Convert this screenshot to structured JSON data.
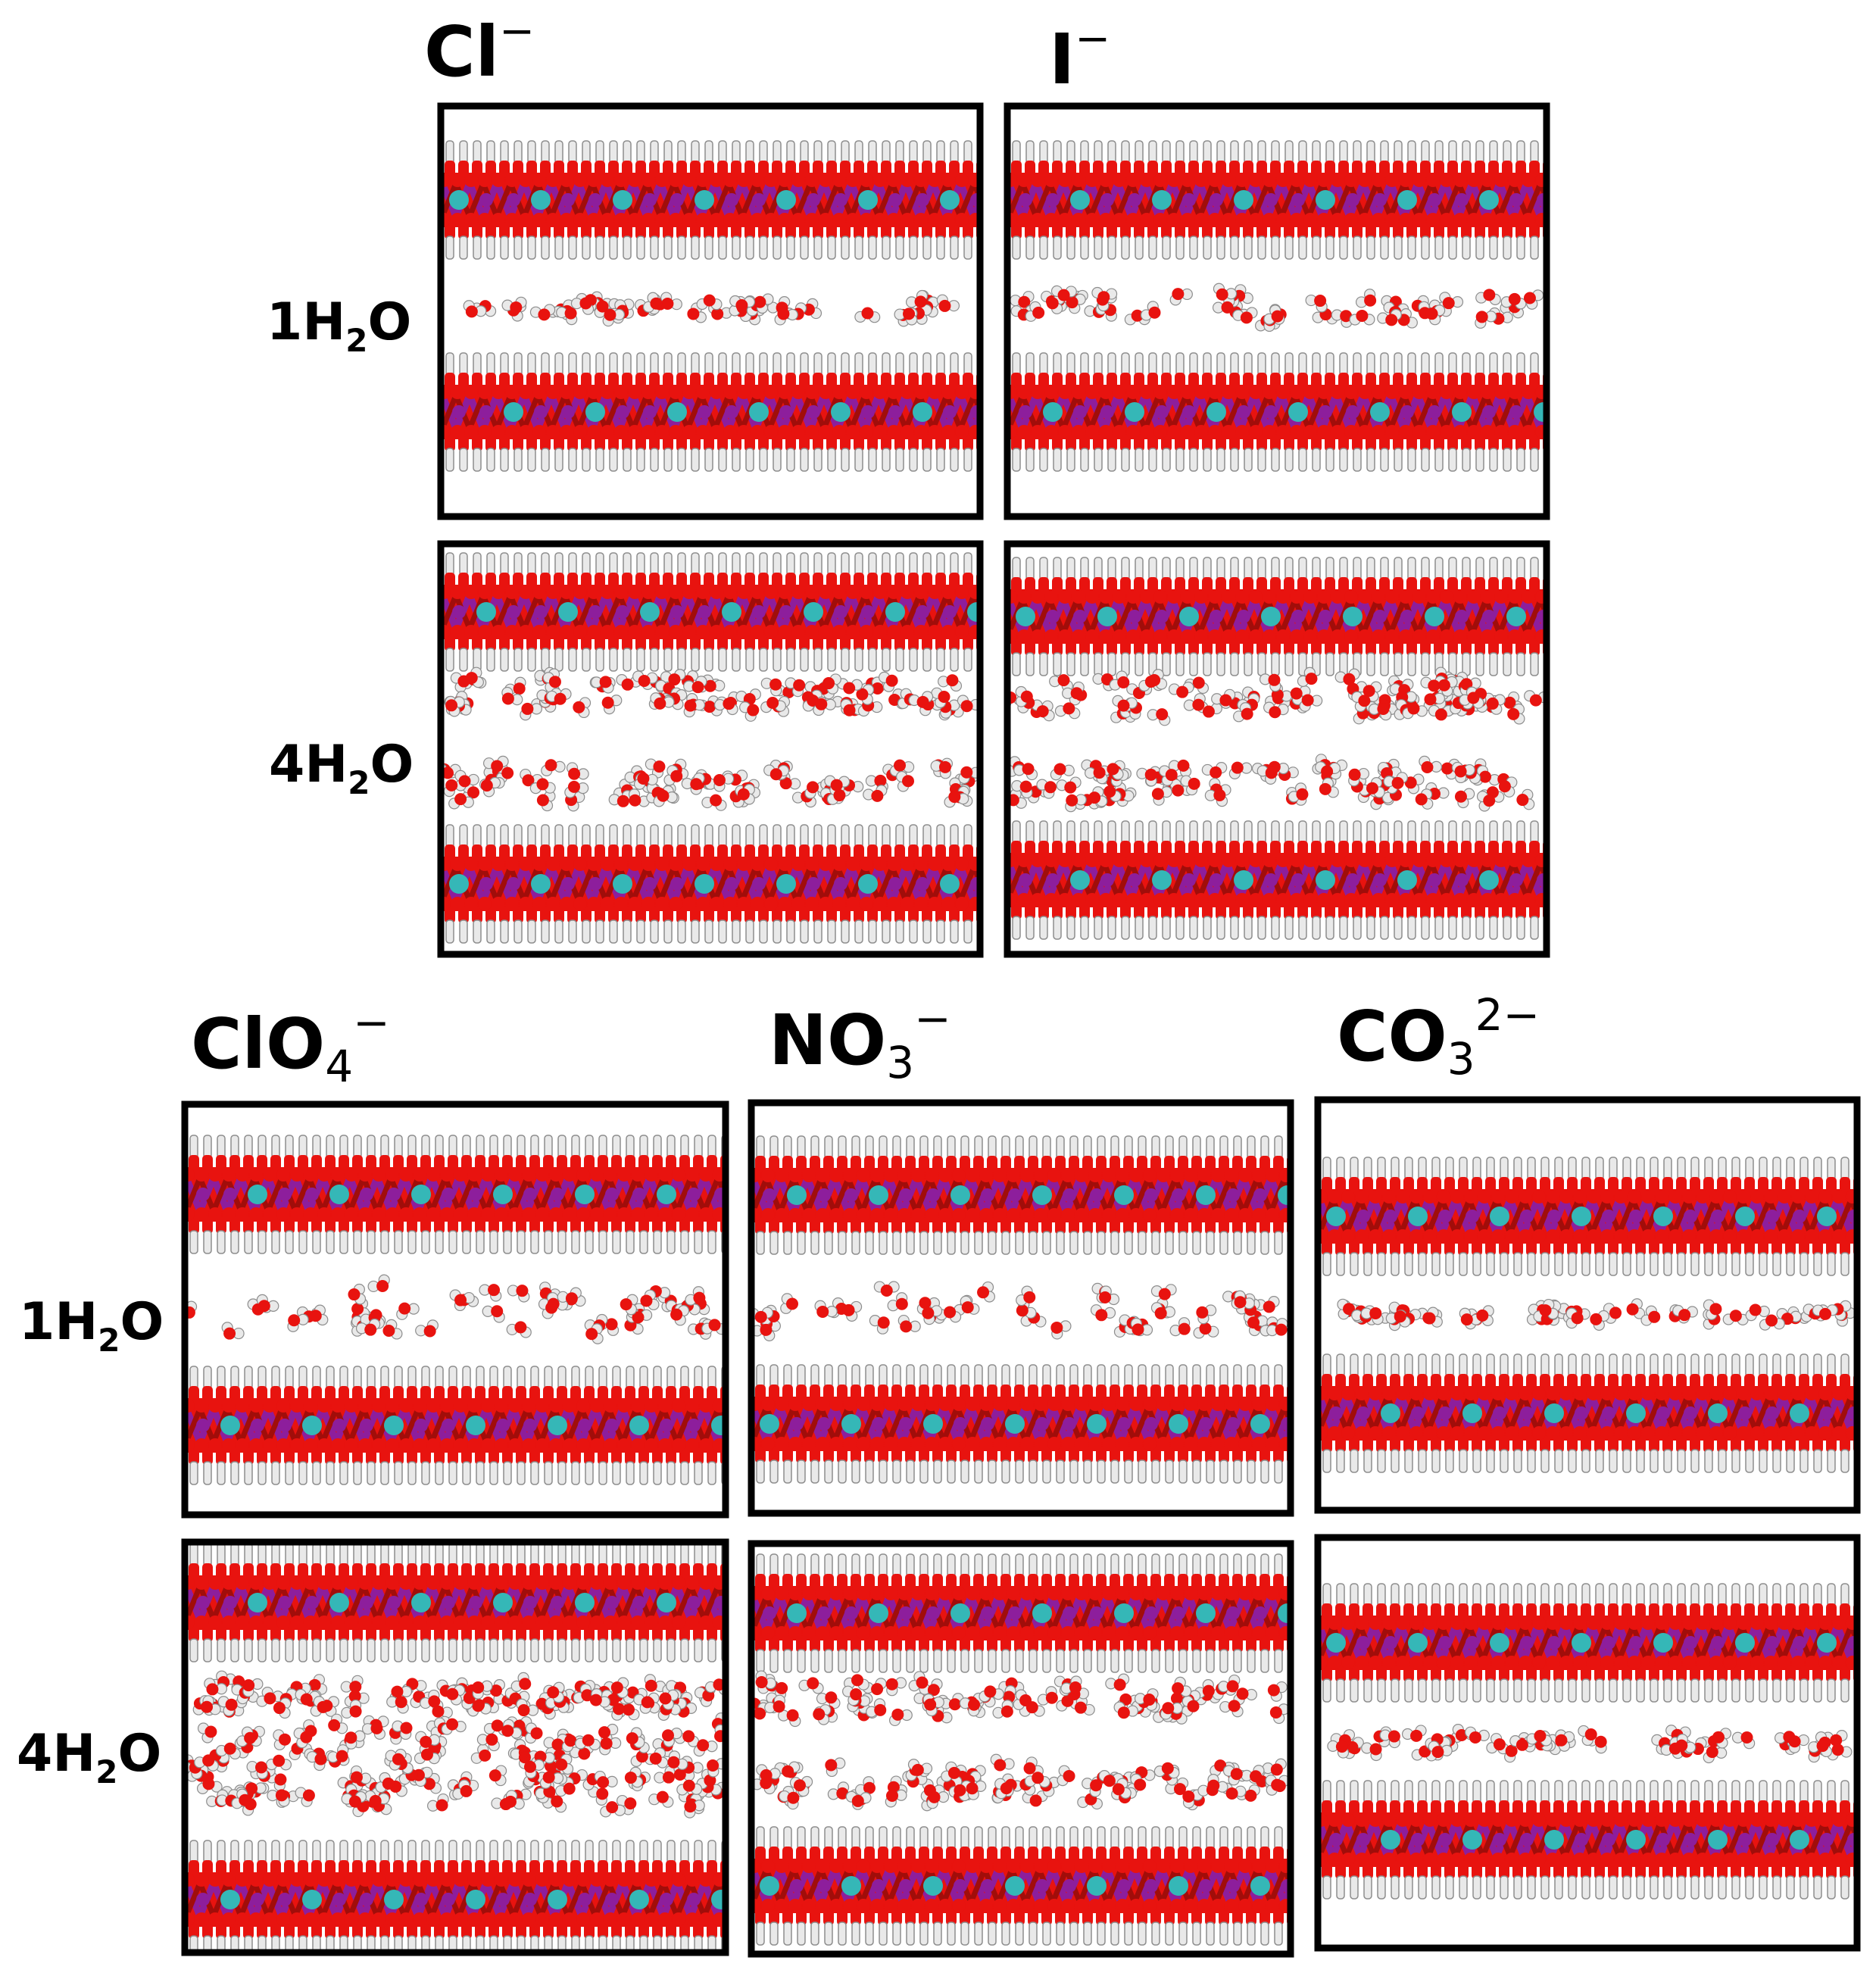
{
  "colors": {
    "oxygen": "#e8130f",
    "oxygen_dark": "#a10d0a",
    "hydrogen": "#e9e9e9",
    "hydrogen_shade": "#8d8d8d",
    "metal_purple": "#8d1e9c",
    "metal_cyan": "#35b7b7",
    "frame": "#000000",
    "background": "#ffffff"
  },
  "column_headings": {
    "cl": {
      "base": "Cl",
      "sub": "",
      "sup": "−"
    },
    "i": {
      "base": "I",
      "sub": "",
      "sup": "−"
    },
    "clo4": {
      "base": "ClO",
      "sub": "4",
      "sup": "−"
    },
    "no3": {
      "base": "NO",
      "sub": "3",
      "sup": "−"
    },
    "co3": {
      "base": "CO",
      "sub": "3",
      "sup": "2−"
    }
  },
  "row_labels": {
    "one_water": {
      "pre": "1H",
      "sub": "2",
      "post": "O"
    },
    "four_water": {
      "pre": "4H",
      "sub": "2",
      "post": "O"
    }
  },
  "panels": [
    {
      "id": "cl-1h2o",
      "anion": "cl",
      "hydration": "one_water",
      "water_layers": 1
    },
    {
      "id": "i-1h2o",
      "anion": "i",
      "hydration": "one_water",
      "water_layers": 1
    },
    {
      "id": "cl-4h2o",
      "anion": "cl",
      "hydration": "four_water",
      "water_layers": 2
    },
    {
      "id": "i-4h2o",
      "anion": "i",
      "hydration": "four_water",
      "water_layers": 2
    },
    {
      "id": "clo4-1h2o",
      "anion": "clo4",
      "hydration": "one_water",
      "water_layers": 1
    },
    {
      "id": "no3-1h2o",
      "anion": "no3",
      "hydration": "one_water",
      "water_layers": 1
    },
    {
      "id": "co3-1h2o",
      "anion": "co3",
      "hydration": "one_water",
      "water_layers": 1
    },
    {
      "id": "clo4-4h2o",
      "anion": "clo4",
      "hydration": "four_water",
      "water_layers": 2
    },
    {
      "id": "no3-4h2o",
      "anion": "no3",
      "hydration": "four_water",
      "water_layers": 2
    },
    {
      "id": "co3-4h2o",
      "anion": "co3",
      "hydration": "four_water",
      "water_layers": 1
    }
  ]
}
